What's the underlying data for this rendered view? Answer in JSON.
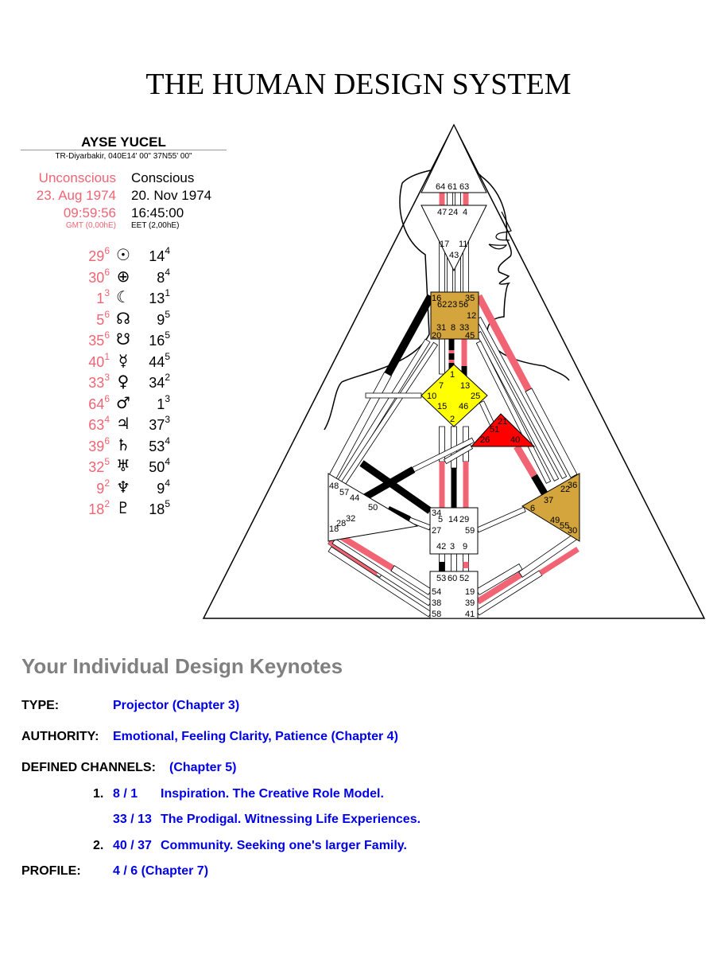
{
  "title": "THE HUMAN DESIGN SYSTEM",
  "person": {
    "name": "AYSE YUCEL",
    "place": "TR-Diyarbakir, 040E14' 00\"  37N55' 00\""
  },
  "unconscious": {
    "label": "Unconscious",
    "date": "23. Aug 1974",
    "time": "09:59:56",
    "tz": "GMT (0,00hE)"
  },
  "conscious": {
    "label": "Conscious",
    "date": "20. Nov 1974",
    "time": "16:45:00",
    "tz": "EET (2,00hE)"
  },
  "planets": [
    {
      "icon": "sun-icon",
      "glyph": "☉",
      "u_gate": "29",
      "u_line": "6",
      "c_gate": "14",
      "c_line": "4"
    },
    {
      "icon": "earth-icon",
      "glyph": "⊕",
      "u_gate": "30",
      "u_line": "6",
      "c_gate": "8",
      "c_line": "4"
    },
    {
      "icon": "moon-icon",
      "glyph": "☾",
      "u_gate": "1",
      "u_line": "3",
      "c_gate": "13",
      "c_line": "1"
    },
    {
      "icon": "north-node-icon",
      "glyph": "☊",
      "u_gate": "5",
      "u_line": "6",
      "c_gate": "9",
      "c_line": "5"
    },
    {
      "icon": "south-node-icon",
      "glyph": "☋",
      "u_gate": "35",
      "u_line": "6",
      "c_gate": "16",
      "c_line": "5"
    },
    {
      "icon": "mercury-icon",
      "glyph": "☿",
      "u_gate": "40",
      "u_line": "1",
      "c_gate": "44",
      "c_line": "5"
    },
    {
      "icon": "venus-icon",
      "glyph": "♀",
      "u_gate": "33",
      "u_line": "3",
      "c_gate": "34",
      "c_line": "2"
    },
    {
      "icon": "mars-icon",
      "glyph": "♂",
      "u_gate": "64",
      "u_line": "6",
      "c_gate": "1",
      "c_line": "3"
    },
    {
      "icon": "jupiter-icon",
      "glyph": "♃",
      "u_gate": "63",
      "u_line": "4",
      "c_gate": "37",
      "c_line": "3"
    },
    {
      "icon": "saturn-icon",
      "glyph": "♄",
      "u_gate": "39",
      "u_line": "6",
      "c_gate": "53",
      "c_line": "4"
    },
    {
      "icon": "uranus-icon",
      "glyph": "♅",
      "u_gate": "32",
      "u_line": "5",
      "c_gate": "50",
      "c_line": "4"
    },
    {
      "icon": "neptune-icon",
      "glyph": "♆",
      "u_gate": "9",
      "u_line": "2",
      "c_gate": "9",
      "c_line": "4"
    },
    {
      "icon": "pluto-icon",
      "glyph": "♇",
      "u_gate": "18",
      "u_line": "2",
      "c_gate": "18",
      "c_line": "5"
    }
  ],
  "colors": {
    "unconscious": "#f06474",
    "conscious": "#000000",
    "defined_center": "#d4a53c",
    "g_center": "#ffff00",
    "heart_center": "#ff0000",
    "link": "#0000e6",
    "heading_gray": "#808080"
  },
  "bodygraph": {
    "head_gates": [
      "64",
      "61",
      "63"
    ],
    "ajna_top_gates": [
      "47",
      "24",
      "4"
    ],
    "ajna_bottom_gates": [
      "17",
      "43",
      "11"
    ],
    "throat_gates": [
      "16",
      "62",
      "23",
      "56",
      "35",
      "12",
      "31",
      "8",
      "33",
      "20",
      "45"
    ],
    "g_gates": [
      "1",
      "7",
      "13",
      "10",
      "25",
      "15",
      "46",
      "2"
    ],
    "heart_gates": [
      "21",
      "51",
      "26",
      "40"
    ],
    "spleen_gates": [
      "48",
      "57",
      "44",
      "50",
      "32",
      "28",
      "18"
    ],
    "sacral_gates": [
      "34",
      "5",
      "14",
      "29",
      "27",
      "59",
      "42",
      "3",
      "9"
    ],
    "solar_plexus_gates": [
      "36",
      "22",
      "37",
      "6",
      "49",
      "55",
      "30"
    ],
    "root_gates": [
      "53",
      "60",
      "52",
      "54",
      "38",
      "58",
      "19",
      "39",
      "41"
    ]
  },
  "keynotes": {
    "heading": "Your Individual Design Keynotes",
    "type_label": "TYPE:",
    "type_value": "Projector  (Chapter 3)",
    "authority_label": "AUTHORITY:",
    "authority_value": "Emotional, Feeling Clarity, Patience  (Chapter 4)",
    "channels_label": "DEFINED CHANNELS:",
    "channels_chapter": "(Chapter 5)",
    "channels": [
      {
        "num": "1.",
        "gates": "8 / 1",
        "desc": "Inspiration. The Creative Role Model."
      },
      {
        "num": "",
        "gates": "33 / 13",
        "desc": "The Prodigal. Witnessing Life Experiences."
      },
      {
        "num": "2.",
        "gates": "40 / 37",
        "desc": "Community. Seeking one's larger Family."
      }
    ],
    "profile_label": "PROFILE:",
    "profile_value": "4 / 6  (Chapter 7)"
  }
}
